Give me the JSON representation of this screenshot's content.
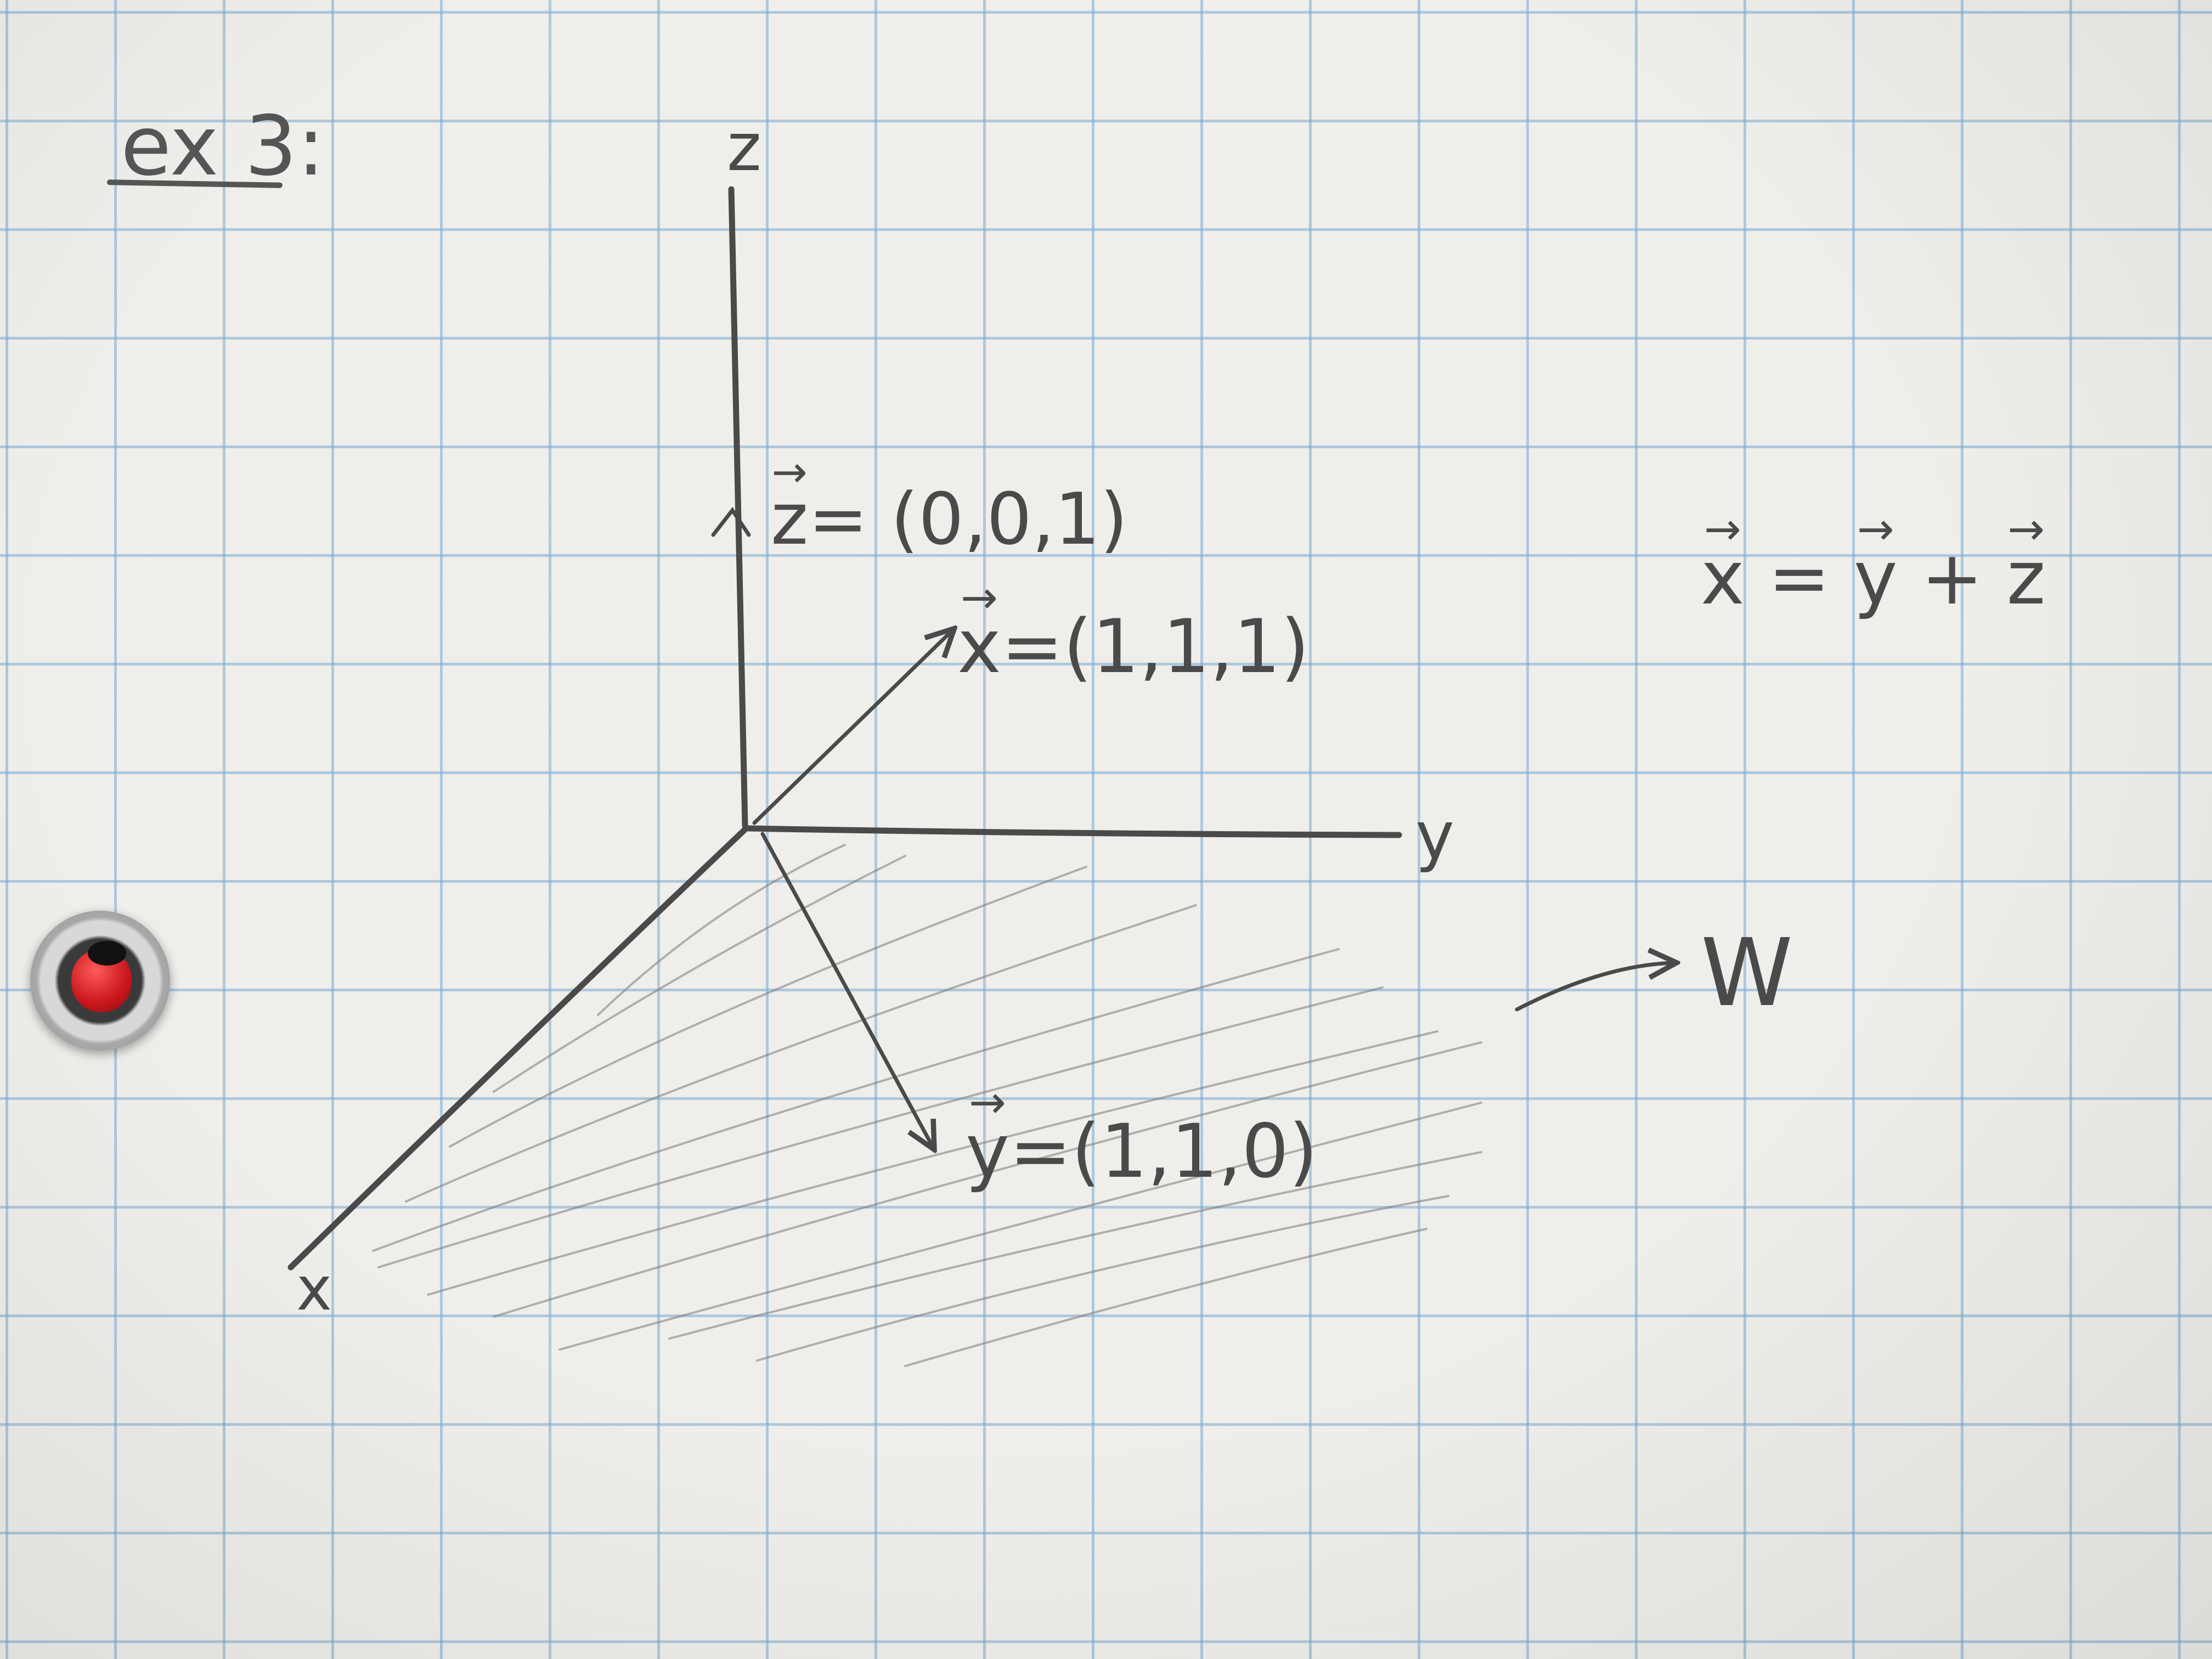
{
  "title": "ex 3:",
  "axes": {
    "z": "z",
    "y": "y",
    "x": "x"
  },
  "vectors": {
    "z": {
      "name": "z",
      "value": "= (0,0,1)"
    },
    "x": {
      "name": "x",
      "value": "=(1,1,1)"
    },
    "y": {
      "name": "y",
      "value": "=(1,1,0)"
    }
  },
  "subspace_label": "W",
  "equation": {
    "lhs": "x",
    "eq": " = ",
    "term1": "y",
    "plus": " + ",
    "term2": "z"
  },
  "colors": {
    "pencil": "#4a4a4a",
    "grid": "#8fb8d8",
    "paper": "#efeeea",
    "pin_head": "#c8161c"
  },
  "icons": {
    "pin": "push-pin-icon"
  }
}
